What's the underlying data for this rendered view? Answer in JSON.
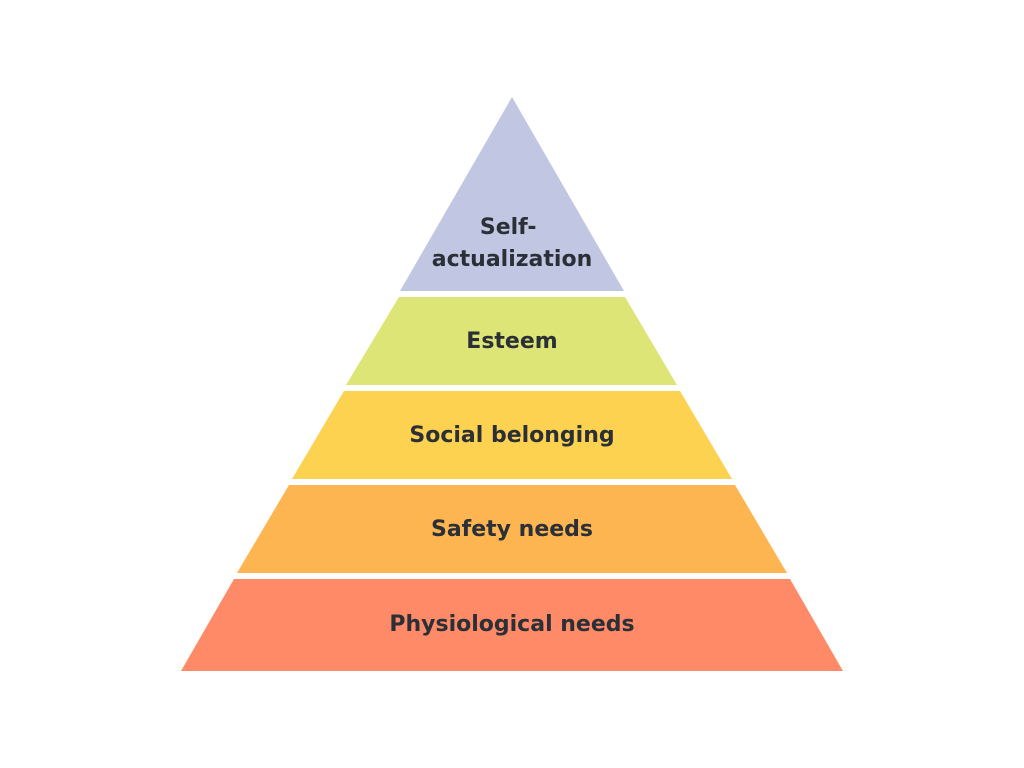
{
  "diagram": {
    "type": "pyramid",
    "tiers": [
      {
        "label_lines": [
          "Self-",
          "actualization"
        ],
        "color": "#c1c6e3"
      },
      {
        "label_lines": [
          "Esteem"
        ],
        "color": "#dde576"
      },
      {
        "label_lines": [
          "Social belonging"
        ],
        "color": "#fdd251"
      },
      {
        "label_lines": [
          "Safety needs"
        ],
        "color": "#fdb551"
      },
      {
        "label_lines": [
          "Physiological needs"
        ],
        "color": "#fe8a67"
      }
    ]
  }
}
